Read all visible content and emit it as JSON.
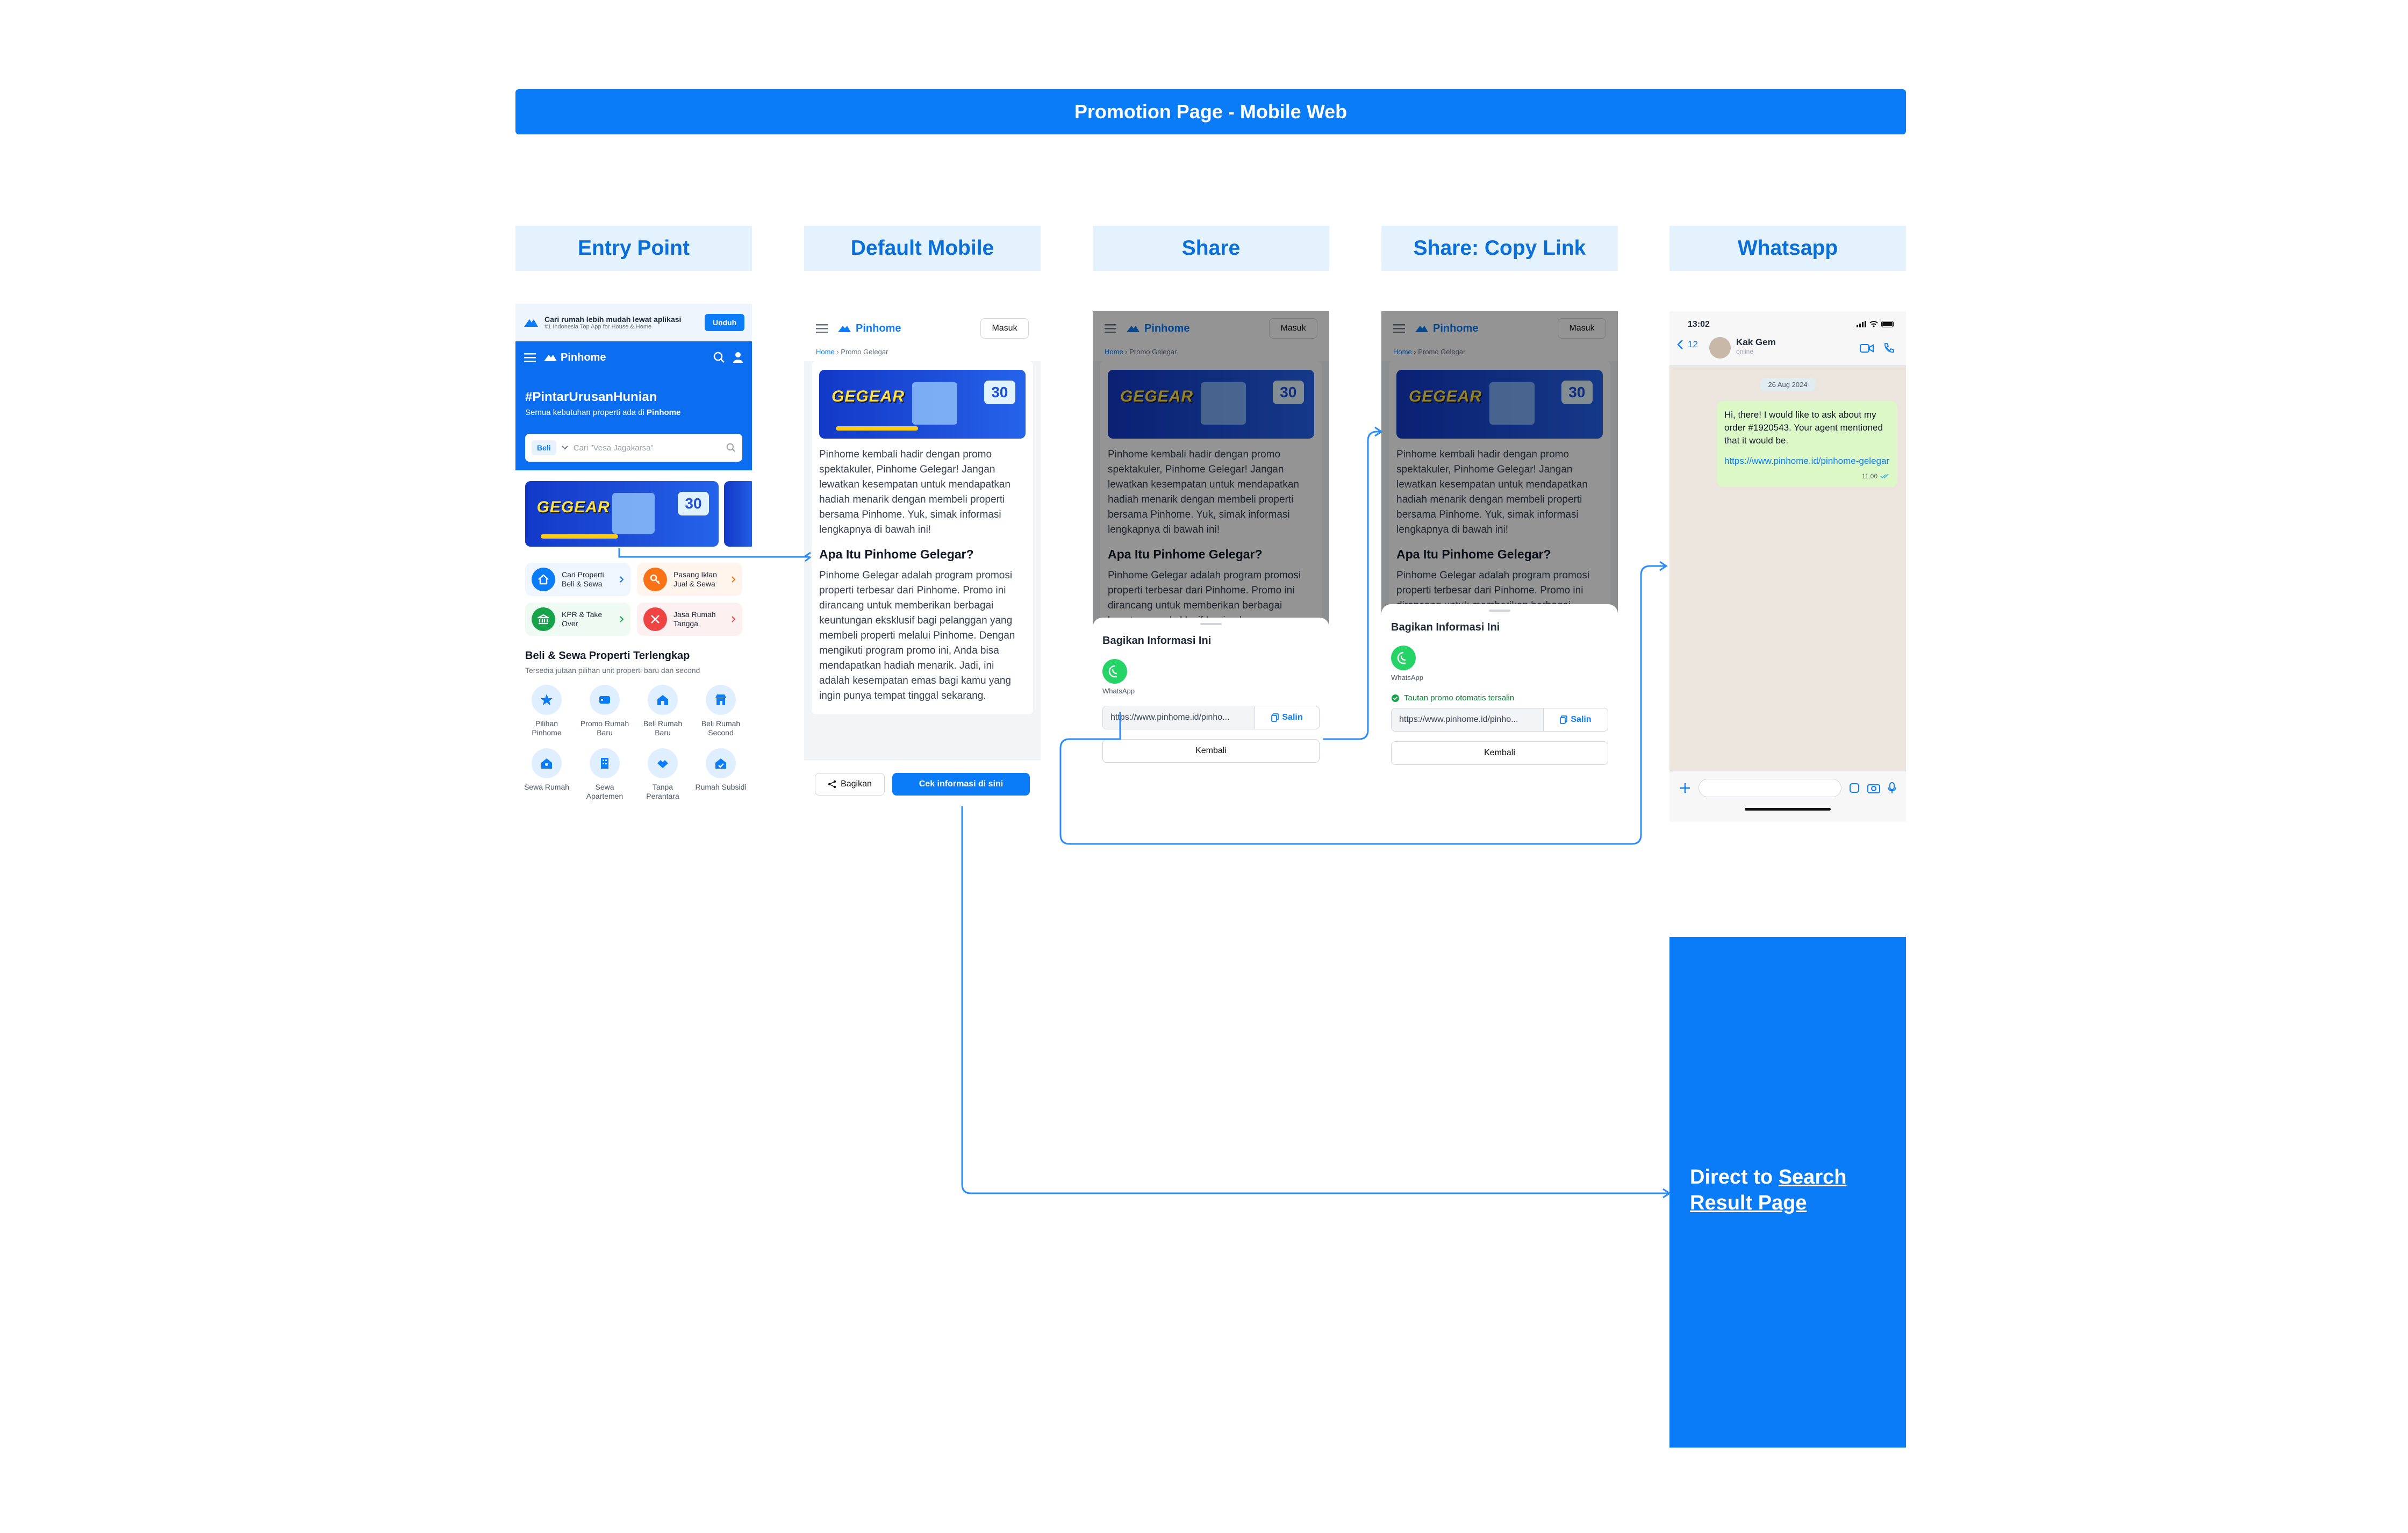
{
  "page_title": "Promotion Page - Mobile Web",
  "columns": {
    "entry": "Entry Point",
    "default_mobile": "Default Mobile",
    "share": "Share",
    "copy_link": "Share: Copy Link",
    "whatsapp": "Whatsapp"
  },
  "entry": {
    "app_banner_title": "Cari rumah lebih mudah lewat aplikasi",
    "app_banner_sub": "#1 Indonesia Top App for House & Home",
    "download_btn": "Unduh",
    "brand": "Pinhome",
    "hashtag": "#PintarUrusanHunian",
    "tagline_pre": "Semua kebutuhan properti ada di ",
    "tagline_brand": "Pinhome",
    "search_mode": "Beli",
    "search_placeholder": "Cari \"Vesa Jagakarsa\"",
    "promo_word": "GEGEAR",
    "promo_badge": "30",
    "services": [
      {
        "label": "Cari Properti Beli & Sewa",
        "color": "#0b7cf8",
        "bg": "#e8f2ff"
      },
      {
        "label": "Pasang Iklan Jual & Sewa",
        "color": "#f97316",
        "bg": "#fff1e6"
      },
      {
        "label": "KPR & Take Over",
        "color": "#16a34a",
        "bg": "#e8f8ee"
      },
      {
        "label": "Jasa Rumah Tangga",
        "color": "#ef4444",
        "bg": "#fdeaea"
      }
    ],
    "section_title": "Beli & Sewa Properti Terlengkap",
    "section_sub": "Tersedia jutaan pilihan unit properti baru dan second",
    "categories": [
      "Pilihan Pinhome",
      "Promo Rumah Baru",
      "Beli Rumah Baru",
      "Beli Rumah Second",
      "Sewa Rumah",
      "Sewa Apartemen",
      "Tanpa Perantara",
      "Rumah Subsidi"
    ]
  },
  "promo_page": {
    "brand": "Pinhome",
    "login_btn": "Masuk",
    "breadcrumb_home": "Home",
    "breadcrumb_current": "Promo Gelegar",
    "intro": "Pinhome kembali hadir dengan promo spektakuler, Pinhome Gelegar! Jangan lewatkan kesempatan untuk mendapatkan hadiah menarik dengan membeli properti bersama Pinhome. Yuk, simak informasi lengkapnya di bawah ini!",
    "heading": "Apa Itu Pinhome Gelegar?",
    "body": "Pinhome Gelegar adalah program promosi properti terbesar dari Pinhome. Promo ini dirancang untuk memberikan berbagai keuntungan eksklusif bagi pelanggan yang membeli properti melalui Pinhome. Dengan mengikuti program promo ini, Anda bisa mendapatkan hadiah menarik. Jadi, ini adalah kesempatan emas bagi kamu yang ingin punya tempat tinggal sekarang.",
    "share_btn": "Bagikan",
    "cta_btn": "Cek informasi di sini"
  },
  "share_sheet": {
    "title": "Bagikan Informasi Ini",
    "whatsapp_label": "WhatsApp",
    "link": "https://www.pinhome.id/pinho...",
    "copy_btn": "Salin",
    "back_btn": "Kembali",
    "copied_msg": "Tautan promo otomatis tersalin"
  },
  "whatsapp": {
    "time": "13:02",
    "back_count": "12",
    "contact": "Kak Gem",
    "status": "online",
    "date": "26 Aug 2024",
    "message": "Hi, there! I would like to ask about my order #1920543. Your agent mentioned that it would be.",
    "link": "https://www.pinhome.id/pinhome-gelegar",
    "msg_time": "11.00"
  },
  "direct": {
    "prefix": "Direct to ",
    "link": "Search Result Page"
  },
  "colors": {
    "primary": "#0b7cf8",
    "header_bg": "#e4f2fd",
    "wa_green": "#25d366",
    "wa_bubble": "#dcf8c6"
  }
}
